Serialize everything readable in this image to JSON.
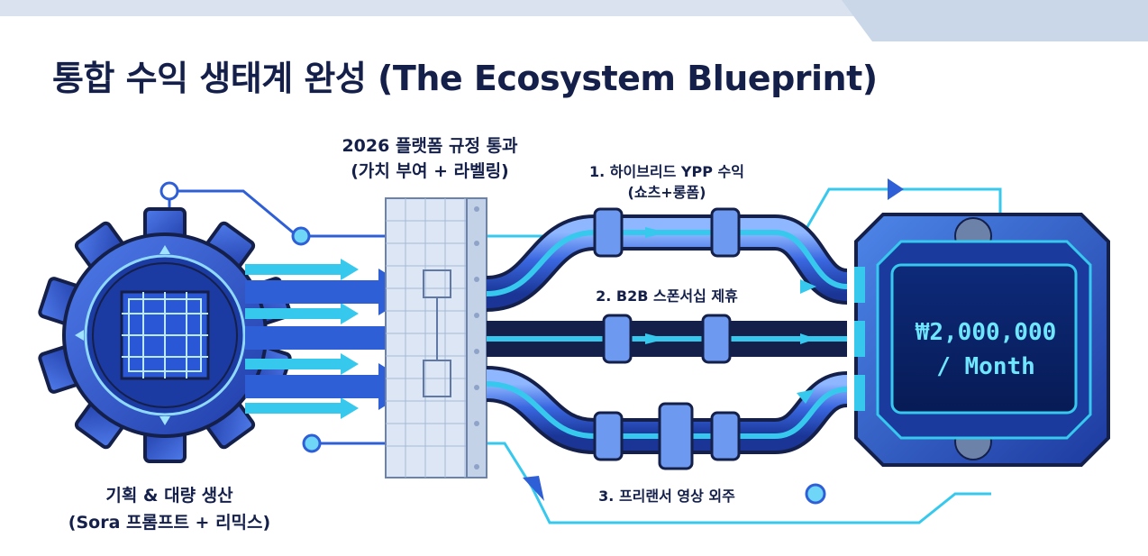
{
  "title": "통합 수익 생태계 완성 (The Ecosystem Blueprint)",
  "source": {
    "line1": "기획 & 대량 생산",
    "line2": "(Sora 프롬프트 + 리믹스)"
  },
  "gateway": {
    "line1": "2026 플랫폼 규정 통과",
    "line2": "(가치 부여 + 라벨링)"
  },
  "streams": [
    {
      "line1": "1. 하이브리드 YPP 수익",
      "line2": "(쇼츠+롱폼)"
    },
    {
      "line1": "2. B2B 스폰서십 제휴",
      "line2": ""
    },
    {
      "line1": "3. 프리랜서 영상 외주",
      "line2": ""
    }
  ],
  "result": {
    "line1": "₩2,000,000",
    "line2": "/ Month"
  },
  "colors": {
    "navy": "#14204a",
    "blue": "#2f5fd6",
    "cyan": "#37c8ee",
    "screen_text": "#6fe6ff"
  }
}
